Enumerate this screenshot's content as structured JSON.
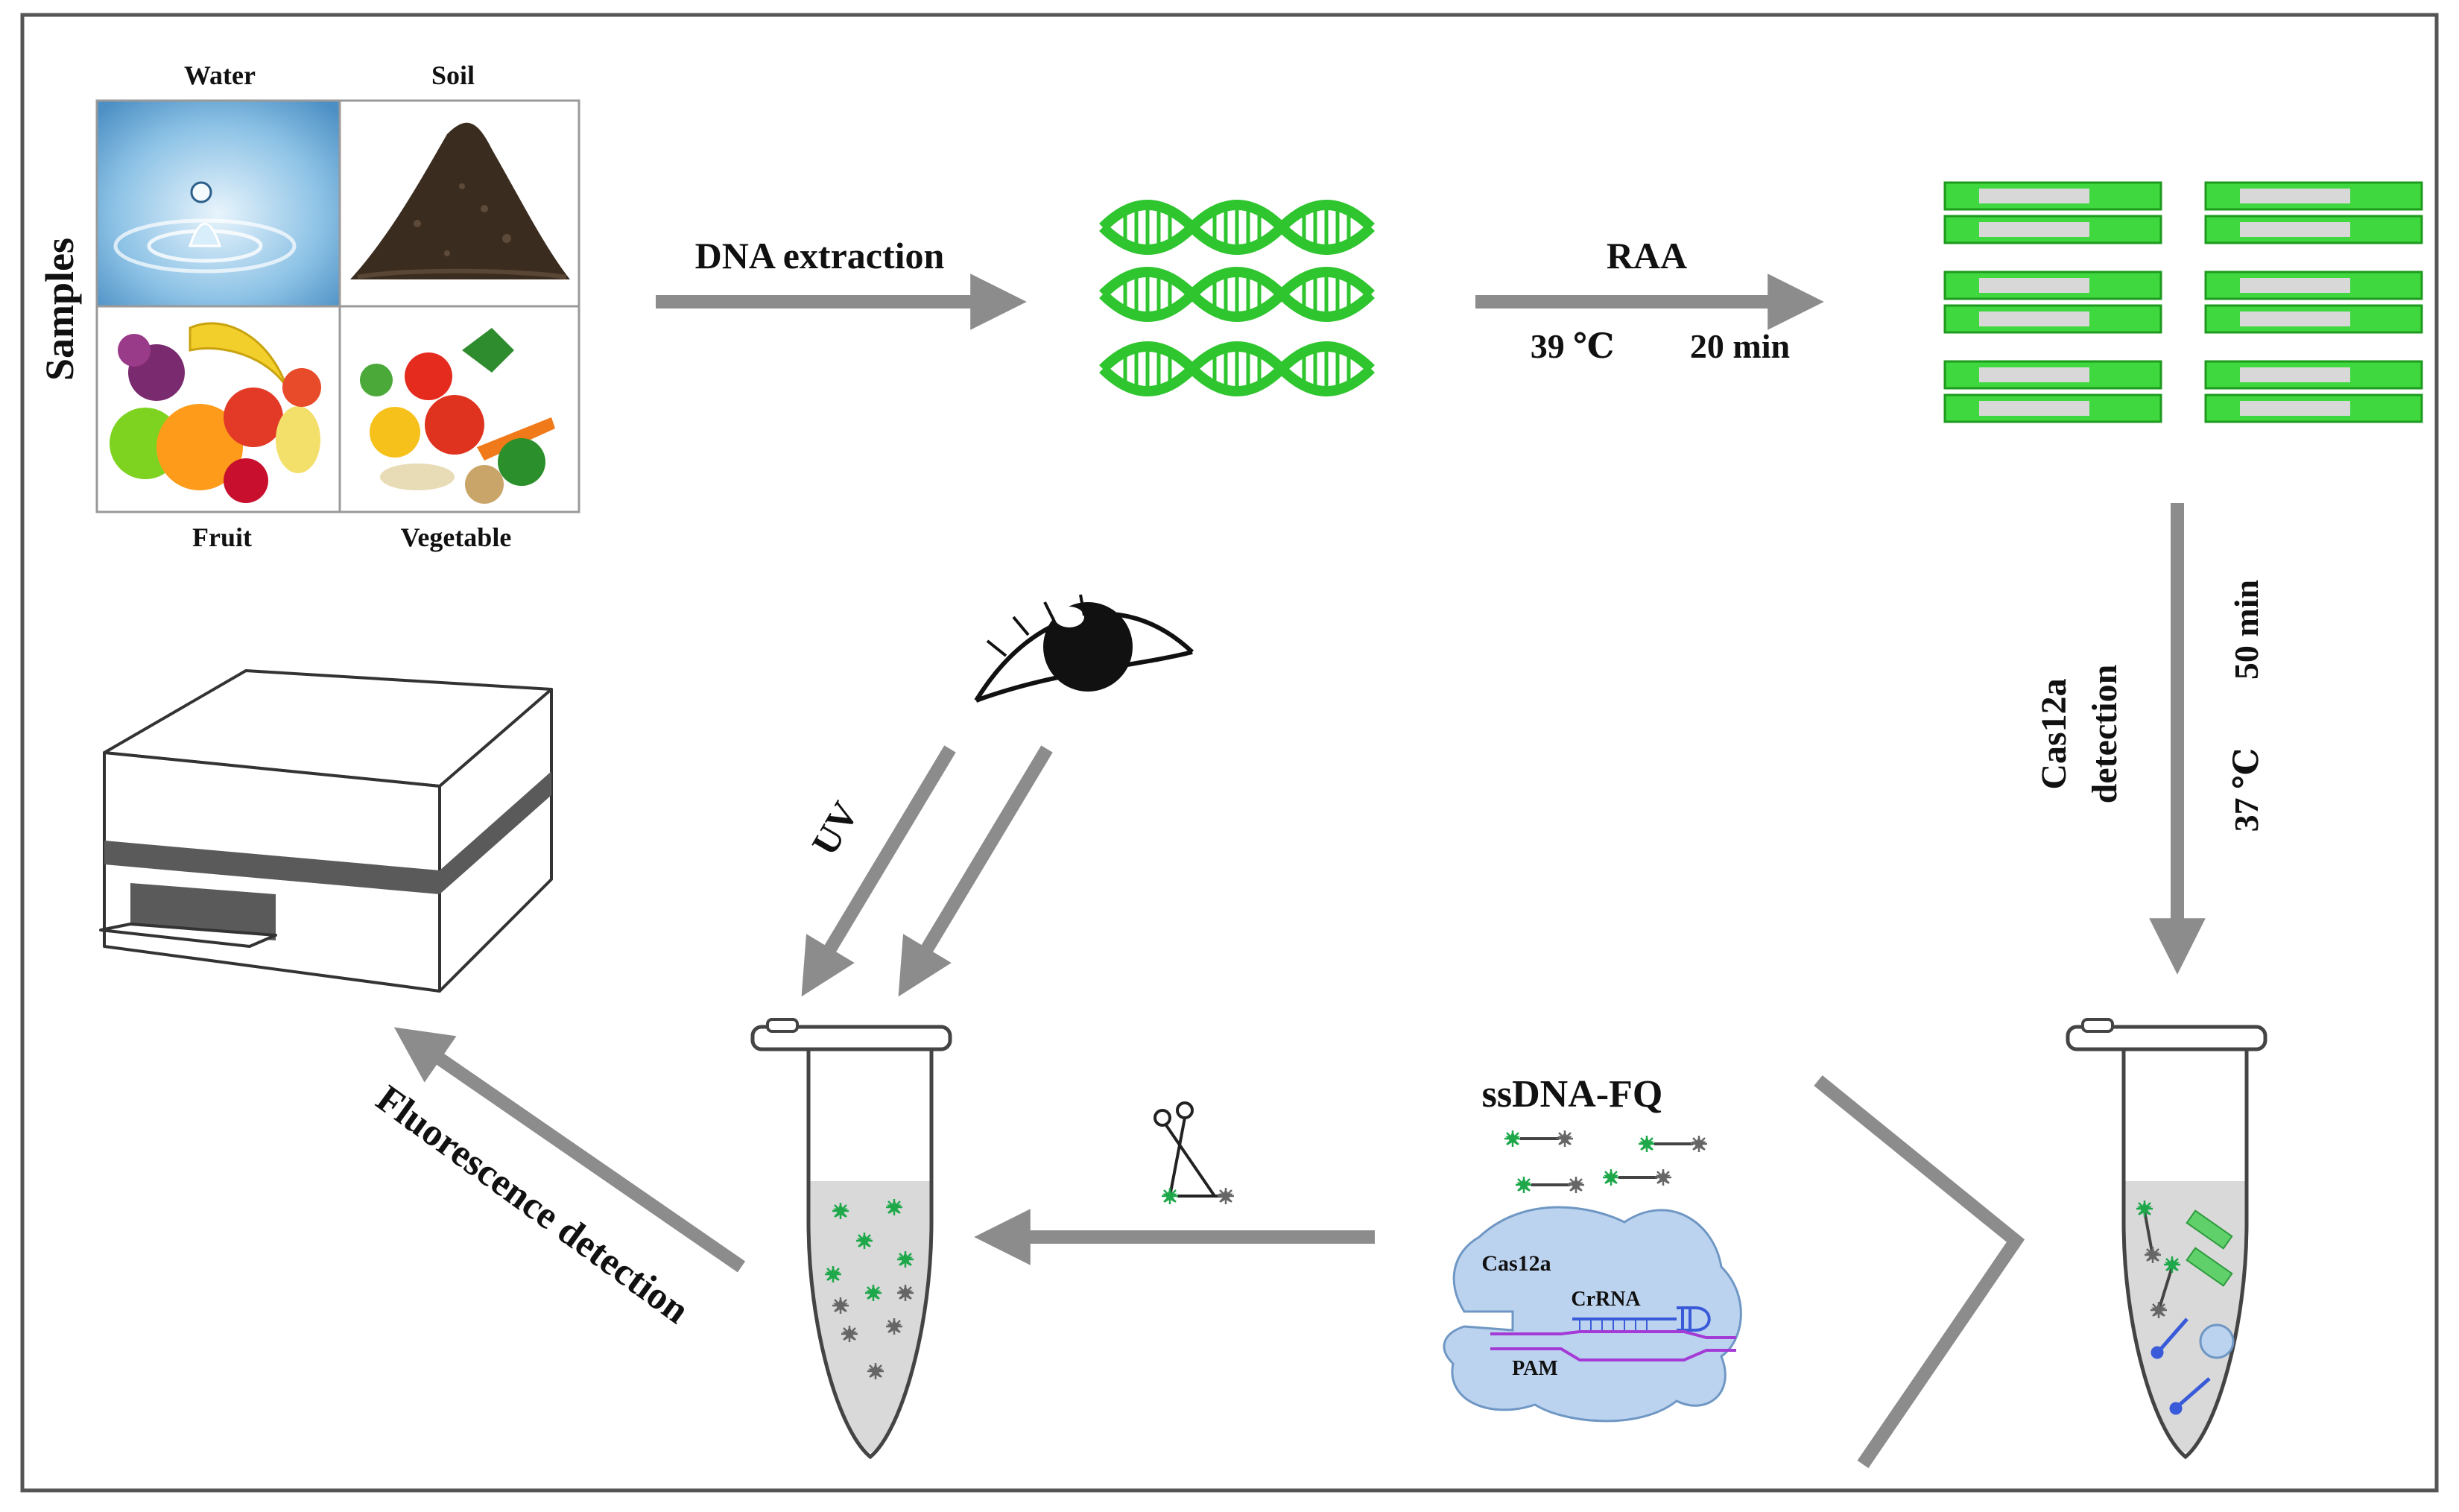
{
  "samples": {
    "heading": "Samples",
    "water": "Water",
    "soil": "Soil",
    "fruit": "Fruit",
    "vegetable": "Vegetable"
  },
  "steps": {
    "dna_extraction": "DNA extraction",
    "raa": "RAA",
    "raa_temp": "39 ℃",
    "raa_time": "20 min",
    "cas12a_line1": "Cas12a",
    "cas12a_line2": "detection",
    "cas12a_temp": "37 ℃",
    "cas12a_time": "50 min",
    "uv": "UV",
    "fluorescence": "Fluorescence detection",
    "ssdna_fq": "ssDNA-FQ"
  },
  "complex": {
    "cas12a": "Cas12a",
    "crrna": "CrRNA",
    "pam": "PAM"
  },
  "colors": {
    "arrow": "#8c8c8c",
    "dna_green": "#2ec52e",
    "strip_green": "#3fd83f",
    "strip_grey": "#d8d8d8",
    "protein_blue": "#bcd3ef",
    "fluor_green": "#1ea84a",
    "quench_grey": "#666666",
    "crrna_blue": "#3a5bd9",
    "dna_purple": "#a43bd6"
  },
  "icons": [
    "water-icon",
    "soil-icon",
    "fruit-icon",
    "vegetable-icon",
    "dna-helix-icon",
    "test-strip-icon",
    "eye-icon",
    "fluorometer-icon",
    "tube-icon",
    "cas12a-protein-icon",
    "reporter-probe-icon",
    "cleaved-probe-icon"
  ]
}
